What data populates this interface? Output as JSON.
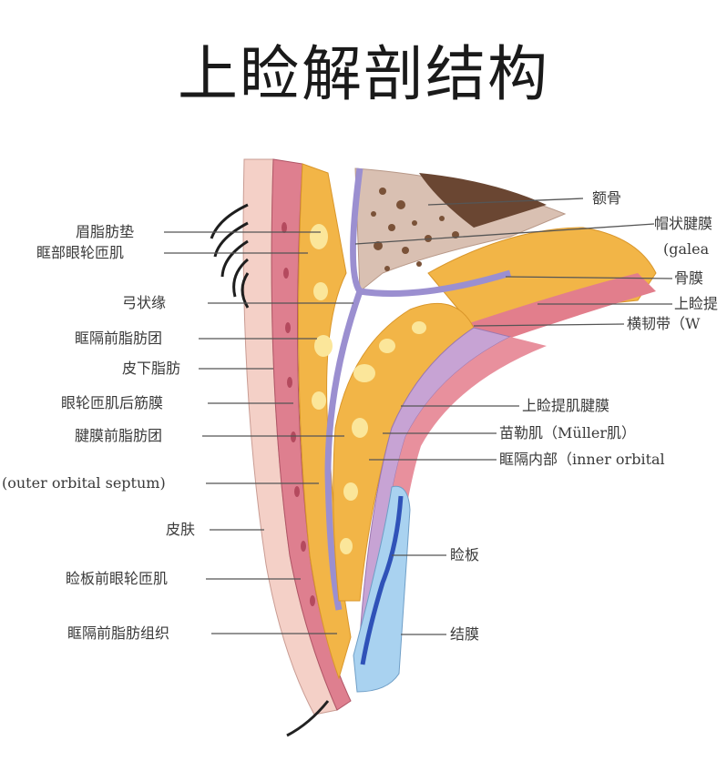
{
  "title": "上睑解剖结构",
  "labels_left": [
    "眉脂肪垫",
    "眶部眼轮匝肌",
    "弓状缘",
    "眶隔前脂肪团",
    "皮下脂肪",
    "眼轮匝肌后筋膜",
    "腱膜前脂肪团",
    "(outer orbital septum)",
    "皮肤",
    "睑板前眼轮匝肌",
    "眶隔前脂肪组织"
  ],
  "labels_right": [
    "额骨",
    "帽状腱膜",
    "(galea",
    "骨膜",
    "上睑提",
    "横韧带（W",
    "上睑提肌腱膜",
    "苗勒肌（Müller肌）",
    "眶隔内部（inner orbital",
    "睑板",
    "结膜"
  ],
  "colors": {
    "skin": "#f1c8c0",
    "muscle": "#d9788a",
    "fat": "#f2b547",
    "fat_highlight": "#fbe69a",
    "septum": "#9b8fd0",
    "bone": "#d6b9a8",
    "tarsus": "#9ccbee",
    "conjunctiva": "#2f52b8"
  }
}
